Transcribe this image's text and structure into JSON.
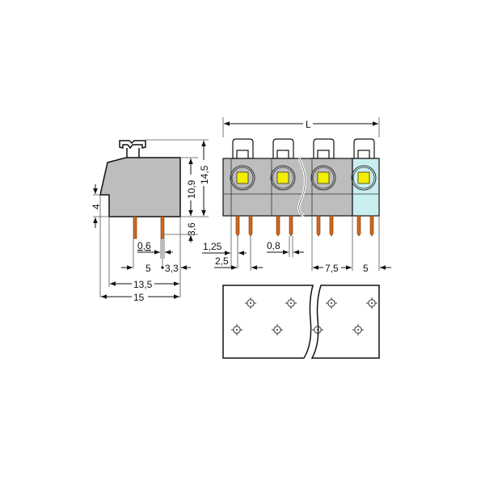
{
  "drawing": {
    "type": "technical-dimension-drawing",
    "subject": "PCB terminal block with push-buttons, 4 poles shown (side view, front view, PCB footprint)",
    "colors": {
      "housing_gray": "#bdbdbd",
      "housing_last_pole": "#c8eef0",
      "button_yellow": "#f2ef00",
      "pin_orange": "#d2691e",
      "line": "#111111",
      "dim_line": "#555555"
    }
  },
  "side_view": {
    "dimensions": {
      "height_total": "14,5",
      "height_body": "10,9",
      "pin_length": "3,6",
      "step_height": "4",
      "pin_width": "0,6",
      "pin_pitch": "5",
      "pin_to_back": "3,3",
      "body_depth": "13,5",
      "total_depth": "15"
    }
  },
  "front_view": {
    "dimensions": {
      "overall_length": "L",
      "edge_to_pin": "1,25",
      "pin_spacing": "2,5",
      "pin_width": "0,8",
      "pitch_left": "7,5",
      "pitch_right": "5"
    },
    "poles": [
      {
        "index": 1,
        "color": "gray"
      },
      {
        "index": 2,
        "color": "gray"
      },
      {
        "index": 3,
        "color": "gray"
      },
      {
        "index": 4,
        "color": "light-blue"
      }
    ]
  },
  "pcb_footprint": {
    "holes_left_panel": 4,
    "holes_right_panel": 4,
    "break_symbol": true
  }
}
